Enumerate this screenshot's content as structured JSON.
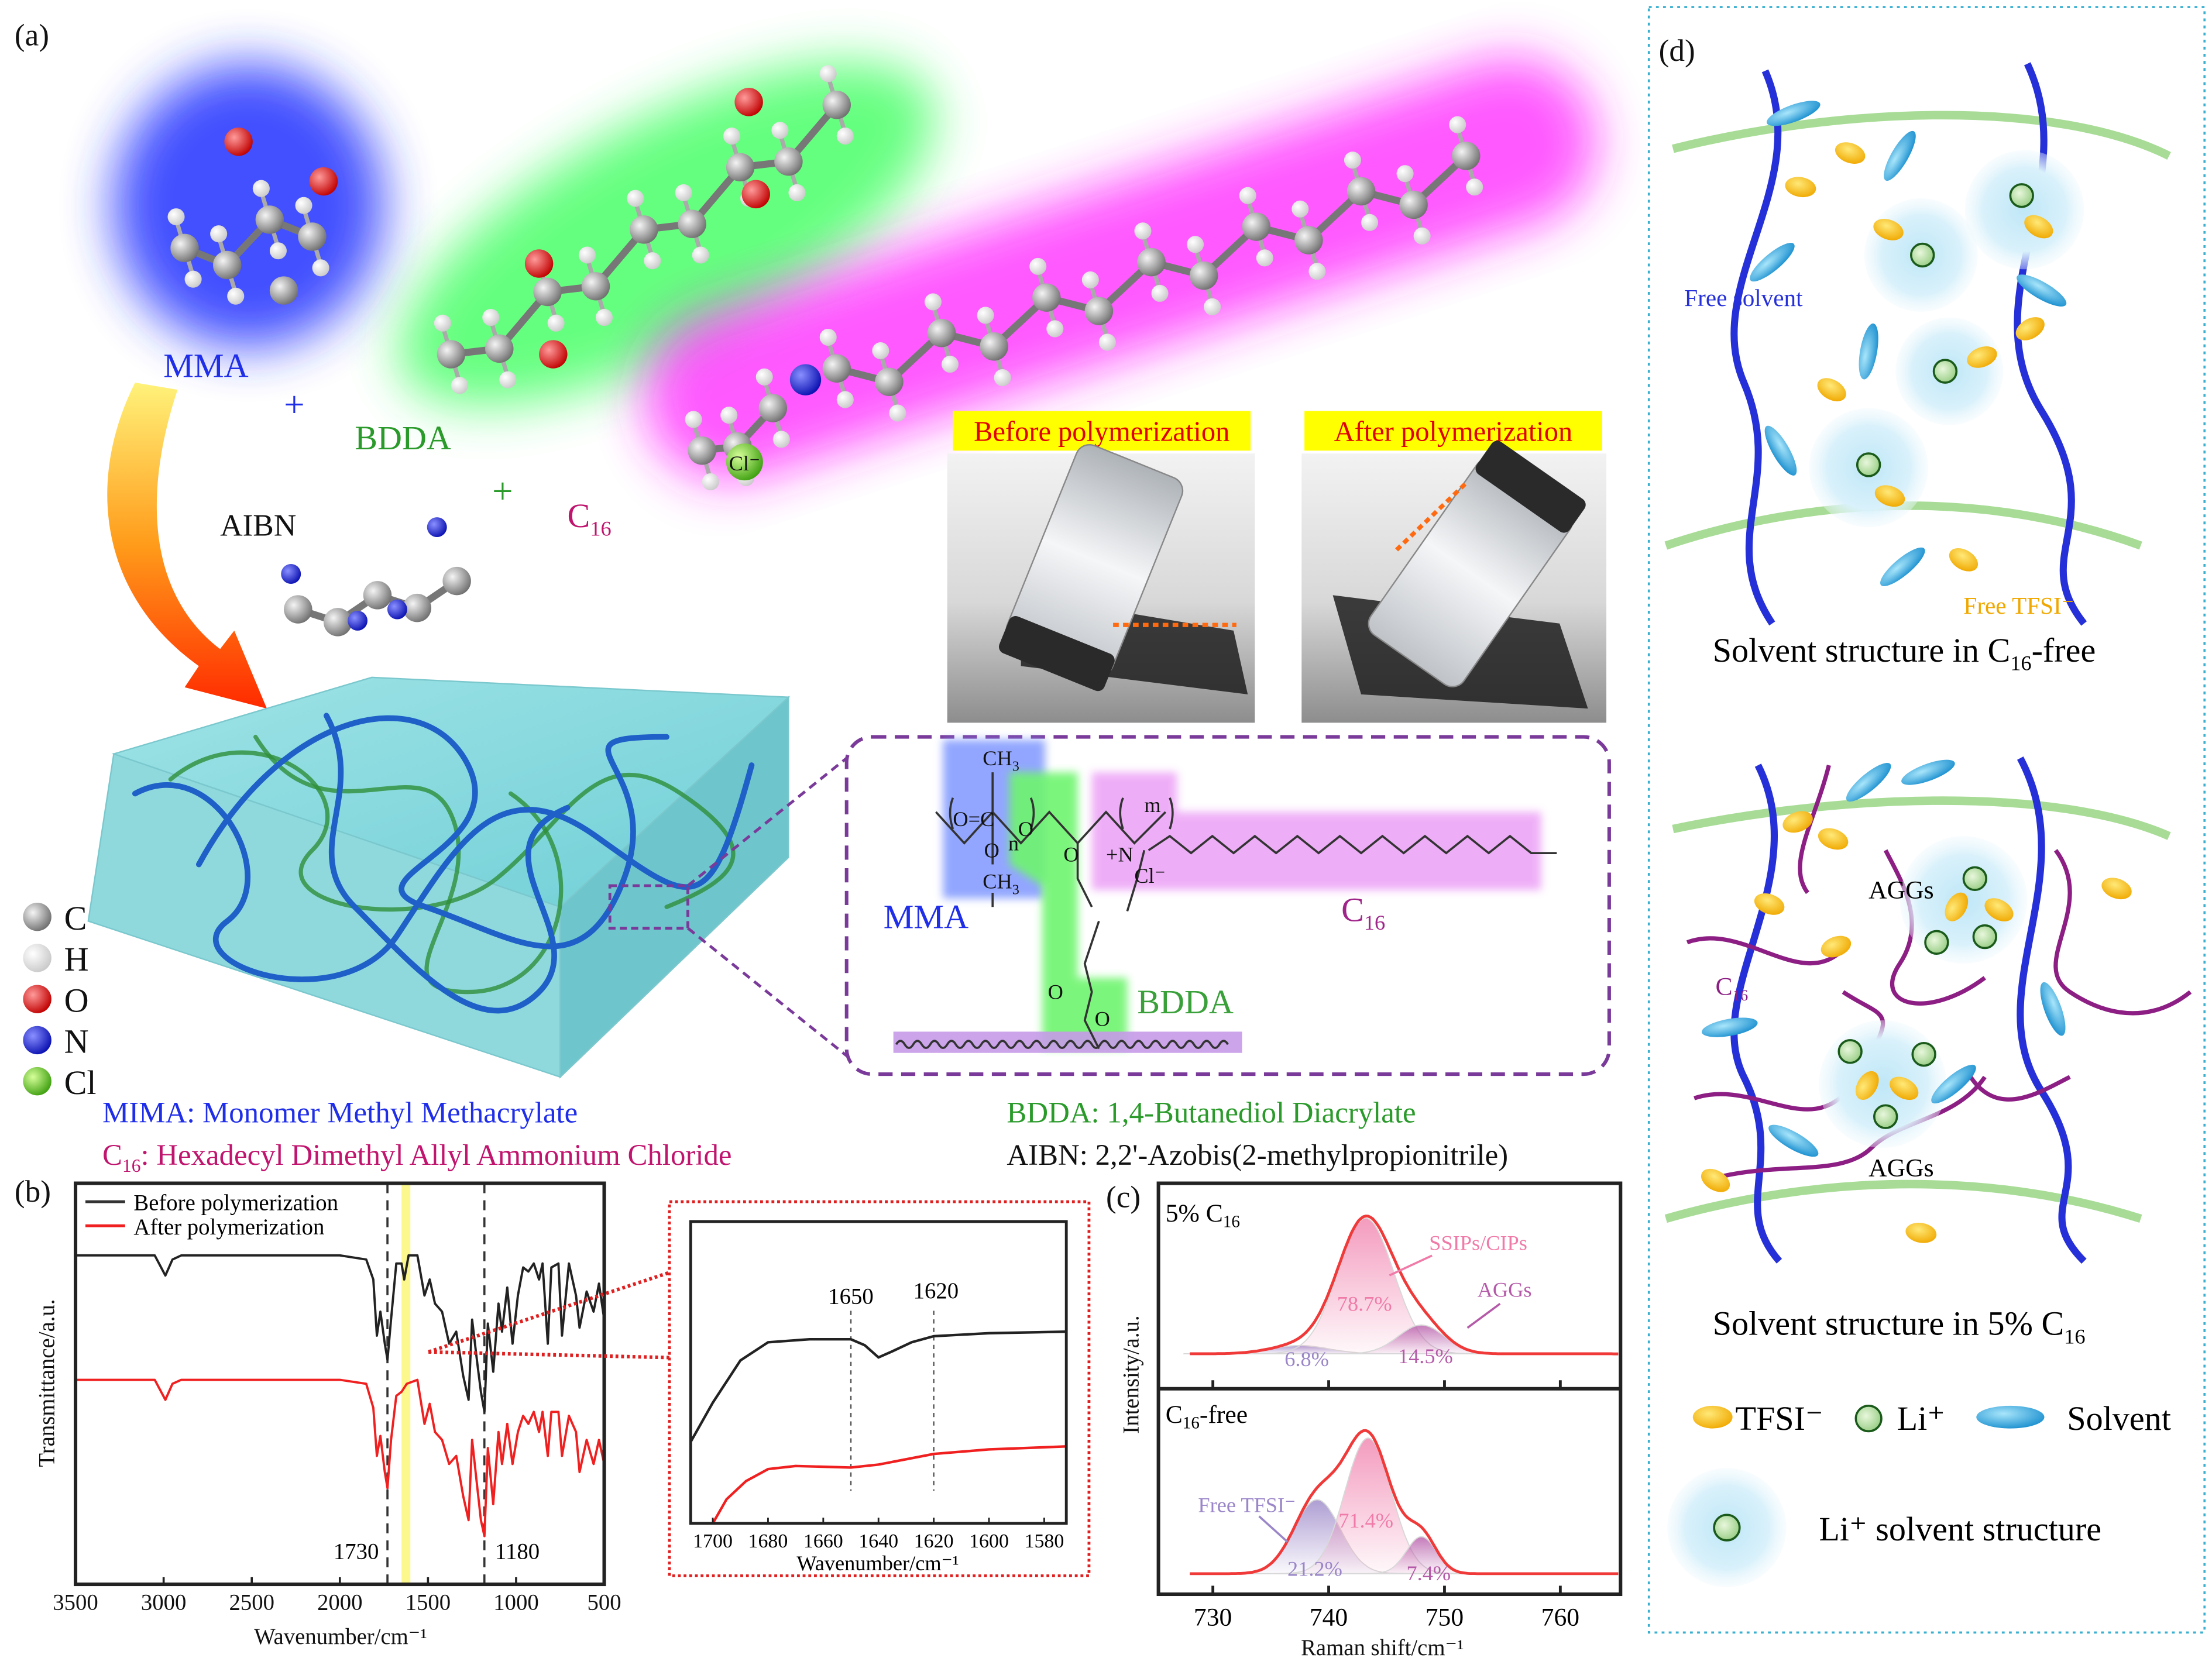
{
  "panel_a": {
    "label": "(a)",
    "mma": "MMA",
    "bdda": "BDDA",
    "c16": {
      "main": "C",
      "sub": "16"
    },
    "aibn": "AIBN",
    "plus": "+",
    "cl_ion": "Cl⁻",
    "photo_before": "Before polymerization",
    "photo_after": "After polymerization",
    "atom_legend": [
      {
        "symbol": "C",
        "color": "#8c8c8c"
      },
      {
        "symbol": "H",
        "color": "#e8e8e8"
      },
      {
        "symbol": "O",
        "color": "#e01010"
      },
      {
        "symbol": "N",
        "color": "#1a22d8"
      },
      {
        "symbol": "Cl",
        "color": "#5fd32a"
      }
    ],
    "structure": {
      "ch3_top": {
        "main": "CH",
        "sub": "3"
      },
      "ch3_bottom": {
        "main": "CH",
        "sub": "3"
      },
      "n": "n",
      "m": "m",
      "oc": "O=C",
      "o_ester": "O",
      "o_carbonyl": "O",
      "o_link": "O",
      "o_bottom": "O",
      "o_bottom2": "O",
      "n_plus": "+N",
      "cl": "Cl⁻",
      "mma": "MMA",
      "bdda": "BDDA",
      "c16": {
        "main": "C",
        "sub": "16"
      }
    },
    "definitions": {
      "mma": "MIMA: Monomer Methyl Methacrylate",
      "c16": {
        "main": "C",
        "sub": "16",
        "rest": ": Hexadecyl Dimethyl Allyl Ammonium Chloride"
      },
      "bdda": "BDDA: 1,4-Butanediol Diacrylate",
      "aibn": "AIBN: 2,2'-Azobis(2-methylpropionitrile)"
    },
    "colors": {
      "mma": "#1f2ee8",
      "bdda": "#2a9a2a",
      "c16": "#c0146e",
      "photo_label_bg": "#ffff00",
      "photo_label_text": "#e00000"
    }
  },
  "panel_d": {
    "label": "(d)",
    "free_solvent": "Free solvent",
    "free_tfsi": "Free TFSI⁻",
    "caption_top": {
      "main": "Solvent structure in C",
      "sub": "16",
      "rest": "-free"
    },
    "aggs_1": "AGGs",
    "aggs_2": "AGGs",
    "c16": {
      "main": "C",
      "sub": "16"
    },
    "caption_bottom": {
      "main": "Solvent structure in 5% C",
      "sub": "16"
    },
    "legend": {
      "tfsi": "TFSI⁻",
      "li": "Li⁺",
      "solvent": "Solvent",
      "li_solvent": "Li⁺ solvent structure"
    }
  },
  "chart_data": [
    {
      "id": "b",
      "label": "(b)",
      "type": "line",
      "xlabel": "Wavenumber/cm⁻¹",
      "ylabel": "Transmittance/a.u.",
      "xlim": [
        3500,
        500
      ],
      "ylim": [
        0,
        1
      ],
      "xticks": [
        3500,
        3000,
        2500,
        2000,
        1500,
        1000,
        500
      ],
      "legend_placement": "top-left",
      "annotations": [
        {
          "x": 1730,
          "text": "1730"
        },
        {
          "x": 1180,
          "text": "1180"
        }
      ],
      "highlight_band": [
        1650,
        1600
      ],
      "series": [
        {
          "name": "Before polymerization",
          "color": "#222222",
          "points": [
            [
              3500,
              0.82
            ],
            [
              3050,
              0.82
            ],
            [
              2990,
              0.77
            ],
            [
              2950,
              0.81
            ],
            [
              2900,
              0.82
            ],
            [
              2000,
              0.82
            ],
            [
              1850,
              0.81
            ],
            [
              1810,
              0.76
            ],
            [
              1790,
              0.62
            ],
            [
              1770,
              0.68
            ],
            [
              1745,
              0.6
            ],
            [
              1730,
              0.56
            ],
            [
              1710,
              0.66
            ],
            [
              1680,
              0.8
            ],
            [
              1650,
              0.8
            ],
            [
              1635,
              0.76
            ],
            [
              1610,
              0.82
            ],
            [
              1560,
              0.82
            ],
            [
              1520,
              0.72
            ],
            [
              1490,
              0.76
            ],
            [
              1460,
              0.7
            ],
            [
              1420,
              0.68
            ],
            [
              1380,
              0.6
            ],
            [
              1340,
              0.63
            ],
            [
              1300,
              0.52
            ],
            [
              1270,
              0.46
            ],
            [
              1250,
              0.66
            ],
            [
              1220,
              0.55
            ],
            [
              1200,
              0.48
            ],
            [
              1180,
              0.43
            ],
            [
              1160,
              0.65
            ],
            [
              1130,
              0.53
            ],
            [
              1100,
              0.7
            ],
            [
              1080,
              0.63
            ],
            [
              1050,
              0.74
            ],
            [
              1020,
              0.6
            ],
            [
              990,
              0.72
            ],
            [
              960,
              0.79
            ],
            [
              930,
              0.78
            ],
            [
              900,
              0.8
            ],
            [
              870,
              0.76
            ],
            [
              850,
              0.8
            ],
            [
              820,
              0.6
            ],
            [
              800,
              0.79
            ],
            [
              760,
              0.8
            ],
            [
              740,
              0.62
            ],
            [
              700,
              0.8
            ],
            [
              660,
              0.72
            ],
            [
              640,
              0.64
            ],
            [
              600,
              0.73
            ],
            [
              560,
              0.68
            ],
            [
              530,
              0.75
            ],
            [
              500,
              0.66
            ]
          ]
        },
        {
          "name": "After polymerization",
          "color": "#f02020",
          "points": [
            [
              3500,
              0.51
            ],
            [
              3050,
              0.51
            ],
            [
              2990,
              0.46
            ],
            [
              2950,
              0.5
            ],
            [
              2900,
              0.51
            ],
            [
              2000,
              0.51
            ],
            [
              1850,
              0.5
            ],
            [
              1810,
              0.44
            ],
            [
              1790,
              0.32
            ],
            [
              1770,
              0.37
            ],
            [
              1745,
              0.28
            ],
            [
              1730,
              0.24
            ],
            [
              1710,
              0.36
            ],
            [
              1680,
              0.47
            ],
            [
              1650,
              0.48
            ],
            [
              1620,
              0.5
            ],
            [
              1560,
              0.51
            ],
            [
              1520,
              0.4
            ],
            [
              1490,
              0.45
            ],
            [
              1460,
              0.38
            ],
            [
              1420,
              0.36
            ],
            [
              1380,
              0.3
            ],
            [
              1340,
              0.32
            ],
            [
              1300,
              0.22
            ],
            [
              1270,
              0.16
            ],
            [
              1250,
              0.36
            ],
            [
              1220,
              0.24
            ],
            [
              1200,
              0.16
            ],
            [
              1180,
              0.12
            ],
            [
              1160,
              0.34
            ],
            [
              1130,
              0.2
            ],
            [
              1100,
              0.38
            ],
            [
              1080,
              0.3
            ],
            [
              1050,
              0.4
            ],
            [
              1020,
              0.3
            ],
            [
              990,
              0.38
            ],
            [
              960,
              0.42
            ],
            [
              930,
              0.4
            ],
            [
              900,
              0.43
            ],
            [
              870,
              0.38
            ],
            [
              850,
              0.43
            ],
            [
              820,
              0.32
            ],
            [
              800,
              0.43
            ],
            [
              760,
              0.43
            ],
            [
              740,
              0.32
            ],
            [
              700,
              0.42
            ],
            [
              660,
              0.38
            ],
            [
              640,
              0.28
            ],
            [
              600,
              0.36
            ],
            [
              560,
              0.3
            ],
            [
              530,
              0.36
            ],
            [
              500,
              0.3
            ]
          ]
        }
      ],
      "inset": {
        "type": "line",
        "xlabel": "Wavenumber/cm⁻¹",
        "xlim": [
          1708,
          1572
        ],
        "ylim": [
          0,
          1
        ],
        "xticks": [
          1700,
          1680,
          1660,
          1640,
          1620,
          1600,
          1580
        ],
        "annotations": [
          {
            "x": 1650,
            "text": "1650"
          },
          {
            "x": 1620,
            "text": "1620"
          }
        ],
        "series": [
          {
            "name": "Before polymerization",
            "color": "#222222",
            "points": [
              [
                1708,
                0.27
              ],
              [
                1700,
                0.4
              ],
              [
                1690,
                0.54
              ],
              [
                1680,
                0.6
              ],
              [
                1665,
                0.61
              ],
              [
                1650,
                0.61
              ],
              [
                1645,
                0.59
              ],
              [
                1640,
                0.55
              ],
              [
                1635,
                0.57
              ],
              [
                1628,
                0.6
              ],
              [
                1620,
                0.62
              ],
              [
                1600,
                0.63
              ],
              [
                1572,
                0.635
              ]
            ]
          },
          {
            "name": "After polymerization",
            "color": "#f02020",
            "points": [
              [
                1700,
                0.0
              ],
              [
                1695,
                0.08
              ],
              [
                1688,
                0.14
              ],
              [
                1680,
                0.18
              ],
              [
                1670,
                0.19
              ],
              [
                1650,
                0.185
              ],
              [
                1640,
                0.195
              ],
              [
                1620,
                0.23
              ],
              [
                1600,
                0.245
              ],
              [
                1572,
                0.255
              ]
            ]
          }
        ]
      }
    },
    {
      "id": "c",
      "label": "(c)",
      "type": "area",
      "xlabel": "Raman shift/cm⁻¹",
      "ylabel": "Intensity/a.u.",
      "xlim": [
        725.3,
        765.2
      ],
      "xticks": [
        730,
        740,
        750,
        760
      ],
      "panels": [
        {
          "title": {
            "main": "5% C",
            "sub": "16"
          },
          "baseline": 0.17,
          "components": [
            {
              "name": "Free TFSI⁻",
              "center": 737.5,
              "amplitude": 0.04,
              "sigma": 2.5,
              "percent": "6.8%",
              "color": "#9a86c8"
            },
            {
              "name": "SSIPs/CIPs",
              "center": 743.2,
              "amplitude": 0.66,
              "sigma": 2.4,
              "percent": "78.7%",
              "color": "#f07aa8"
            },
            {
              "name": "AGGs",
              "center": 748.0,
              "amplitude": 0.14,
              "sigma": 2.0,
              "percent": "14.5%",
              "color": "#b55aa8"
            }
          ],
          "labels": {
            "ssip": "SSIPs/CIPs",
            "aggs": "AGGs"
          }
        },
        {
          "title": {
            "main": "C",
            "sub": "16",
            "rest": "-free"
          },
          "baseline": 0.1,
          "components": [
            {
              "name": "Free TFSI⁻",
              "center": 739.0,
              "amplitude": 0.36,
              "sigma": 2.0,
              "percent": "21.2%",
              "color": "#9a86c8"
            },
            {
              "name": "SSIPs/CIPs",
              "center": 743.4,
              "amplitude": 0.66,
              "sigma": 2.0,
              "percent": "71.4%",
              "color": "#f07aa8"
            },
            {
              "name": "AGGs",
              "center": 748.0,
              "amplitude": 0.18,
              "sigma": 1.3,
              "percent": "7.4%",
              "color": "#b55aa8"
            }
          ],
          "labels": {
            "free": "Free TFSI⁻"
          }
        }
      ]
    }
  ]
}
